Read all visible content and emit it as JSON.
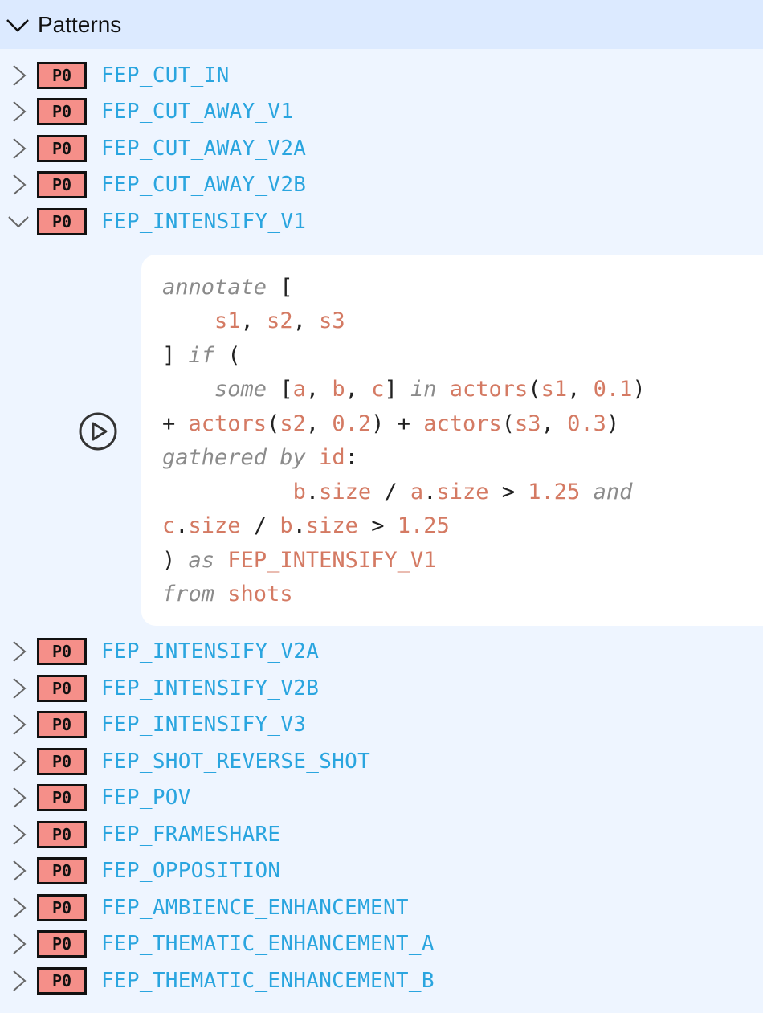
{
  "header": {
    "title": "Patterns"
  },
  "badge_label": "P0",
  "patterns_before": [
    {
      "name": "FEP_CUT_IN"
    },
    {
      "name": "FEP_CUT_AWAY_V1"
    },
    {
      "name": "FEP_CUT_AWAY_V2A"
    },
    {
      "name": "FEP_CUT_AWAY_V2B"
    }
  ],
  "expanded_pattern": {
    "name": "FEP_INTENSIFY_V1",
    "code": {
      "annotate": "annotate",
      "open_bracket": "[",
      "s1": "s1",
      "comma": ",",
      "s2": "s2",
      "s3": "s3",
      "close_bracket": "]",
      "if": "if",
      "open_paren": "(",
      "some": "some",
      "in": "in",
      "a": "a",
      "b": "b",
      "c": "c",
      "actors": "actors",
      "n01": "0.1",
      "n02": "0.2",
      "n03": "0.3",
      "plus": "+",
      "gathered_by": "gathered by",
      "id": "id",
      "colon": ":",
      "size": "size",
      "dot": ".",
      "slash": "/",
      "gt": ">",
      "n125": "1.25",
      "and": "and",
      "close_paren": ")",
      "as": "as",
      "from": "from",
      "shots": "shots"
    }
  },
  "patterns_after": [
    {
      "name": "FEP_INTENSIFY_V2A"
    },
    {
      "name": "FEP_INTENSIFY_V2B"
    },
    {
      "name": "FEP_INTENSIFY_V3"
    },
    {
      "name": "FEP_SHOT_REVERSE_SHOT"
    },
    {
      "name": "FEP_POV"
    },
    {
      "name": "FEP_FRAMESHARE"
    },
    {
      "name": "FEP_OPPOSITION"
    },
    {
      "name": "FEP_AMBIENCE_ENHANCEMENT"
    },
    {
      "name": "FEP_THEMATIC_ENHANCEMENT_A"
    },
    {
      "name": "FEP_THEMATIC_ENHANCEMENT_B"
    }
  ],
  "icons": {
    "header": "chevron-down-icon",
    "collapsed": "chevron-right-icon",
    "expanded": "chevron-down-icon",
    "run": "play-circle-icon"
  },
  "colors": {
    "header_bg": "#dceaff",
    "page_bg": "#eef5ff",
    "link": "#2aa5df",
    "badge_bg": "#f58f89",
    "identifier": "#d47a63",
    "keyword": "#8b8b8b"
  }
}
